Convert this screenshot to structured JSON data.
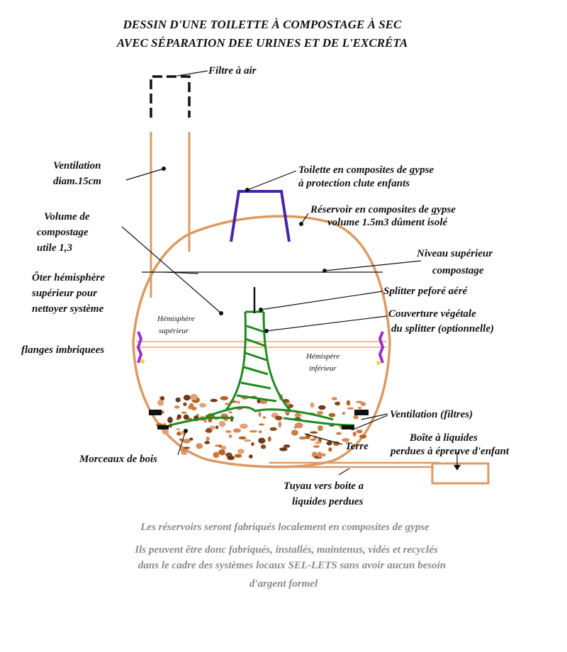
{
  "title": {
    "line1": "DESSIN D'UNE TOILETTE À COMPOSTAGE À SEC",
    "line2": "AVEC SÉPARATION DEE URINES ET DE L'EXCRÉTA"
  },
  "labels": {
    "filtre": "Filtre à air",
    "ventilation_1": "Ventilation",
    "ventilation_2": "diam.15cm",
    "toilette_1": "Toilette en  composites de gypse",
    "toilette_2": "à protection clute enfants",
    "reservoir_1": "Réservoir en composites de gypse",
    "reservoir_2": "volume 1.5m3 dûment isolé",
    "volume_1": "Volume de",
    "volume_2": "compostage",
    "volume_3": "utile 1,3",
    "niveau_1": "Niveau supérieur",
    "niveau_2": "compostage",
    "oter_1": "Ôter hémisphère",
    "oter_2": "supérieur pour",
    "oter_3": "nettoyer système",
    "splitter": "Splitter peforé aéré",
    "couverture_1": "Couverture végétale",
    "couverture_2": "du splitter (optionnelle)",
    "hemi_sup_1": "Hémisphère",
    "hemi_sup_2": "supérieur",
    "flanges": "flanges imbriquees",
    "hemi_inf_1": "Hémispère",
    "hemi_inf_2": "inférieur",
    "ventilation_filtres": "Ventilation (filtres)",
    "boite_1": "Boîte à liquides",
    "boite_2": "perdues à épreuve d'enfant",
    "terre": "Terre",
    "morceaux": "Morceaux de bois",
    "tuyau_1": "Tuyau vers boite a",
    "tuyau_2": "liquides perdues"
  },
  "footer": {
    "line1": "Les réservoirs seront fabriqués localement en composites de gypse",
    "line2": "Ils peuvent être donc fabriqués, installés, maintenus, vidés et recyclés",
    "line3": "dans le cadre des systèmes locaux SEL-LETS sans avoir aucun besoin",
    "line4": "d'argent formel"
  },
  "colors": {
    "tank": "#dc9a62",
    "toilet": "#4a22a8",
    "splitter": "#1f8a1f",
    "flange": "#9b30c8",
    "soil": "#b5651d",
    "footer": "#8a8a8a"
  }
}
